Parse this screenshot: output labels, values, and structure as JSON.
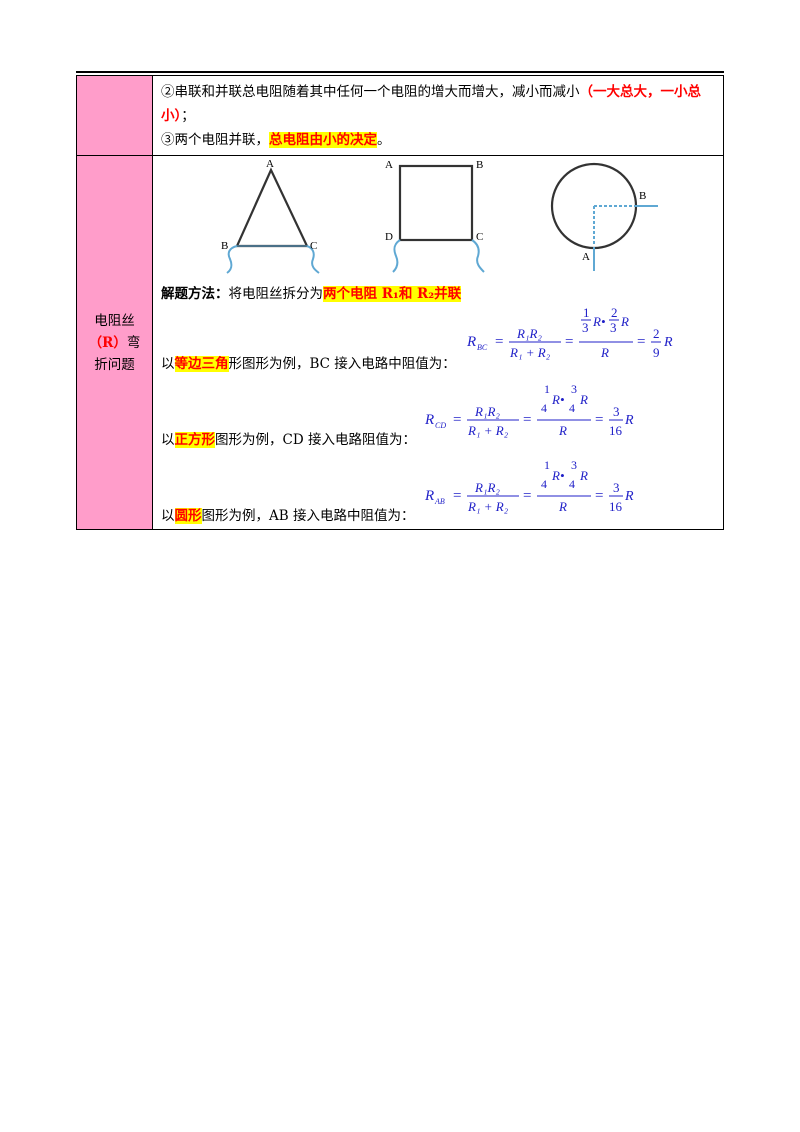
{
  "row1": {
    "line1_text": "②串联和并联总电阻随着其中任何一个电阻的增大而增大，减小而减小",
    "line1_red": "（一大总大，一小总小）",
    "line1_end": "；",
    "line2_text": "③两个电阻并联，",
    "line2_hl": "总电阻由小的决定",
    "line2_end": "。"
  },
  "row2": {
    "side_label_1": "电阻丝",
    "side_label_2": "（R）",
    "side_label_3": "弯",
    "side_label_4": "折问题",
    "figures": {
      "triangle": {
        "A": "A",
        "B": "B",
        "C": "C"
      },
      "square": {
        "A": "A",
        "B": "B",
        "C": "C",
        "D": "D"
      },
      "circle": {
        "A": "A",
        "B": "B"
      }
    },
    "method_label": "解题方法：",
    "method_text": "将电阻丝拆分为",
    "method_hl": "两个电阻 R₁和 R₂并联",
    "tri_pre": "以",
    "tri_hl": "等边三角",
    "tri_post": "形图形为例，BC 接入电路中阻值为：",
    "sq_pre": "以",
    "sq_hl": "正方形",
    "sq_post": "图形为例，CD 接入电路阻值为：",
    "circ_pre": "以",
    "circ_hl": "圆形",
    "circ_post": "图形为例，AB 接入电路中阻值为："
  },
  "formulas": {
    "f1": {
      "lhs": "R",
      "lhs_sub": "BC",
      "num1": "R₁R₂",
      "den1": "R₁ + R₂",
      "top_a": "1",
      "top_a_den": "3",
      "top_b": "2",
      "top_b_den": "3",
      "den2": "R",
      "res_num": "2",
      "res_den": "9",
      "res_r": "R"
    },
    "f2": {
      "lhs": "R",
      "lhs_sub": "CD",
      "num1": "R₁R₂",
      "den1": "R₁ + R₂",
      "top_a": "1",
      "top_a_den": "4",
      "top_b": "3",
      "top_b_den": "4",
      "den2": "R",
      "res_num": "3",
      "res_den": "16",
      "res_r": "R"
    },
    "f3": {
      "lhs": "R",
      "lhs_sub": "AB",
      "num1": "R₁R₂",
      "den1": "R₁ + R₂",
      "top_a": "1",
      "top_a_den": "4",
      "top_b": "3",
      "top_b_den": "4",
      "den2": "R",
      "res_num": "3",
      "res_den": "16",
      "res_r": "R"
    }
  },
  "colors": {
    "side_bg": "#ff9dca",
    "red": "#ff0000",
    "highlight": "#ffff00",
    "formula": "#2020c8",
    "wire": "#5fa8d3"
  }
}
